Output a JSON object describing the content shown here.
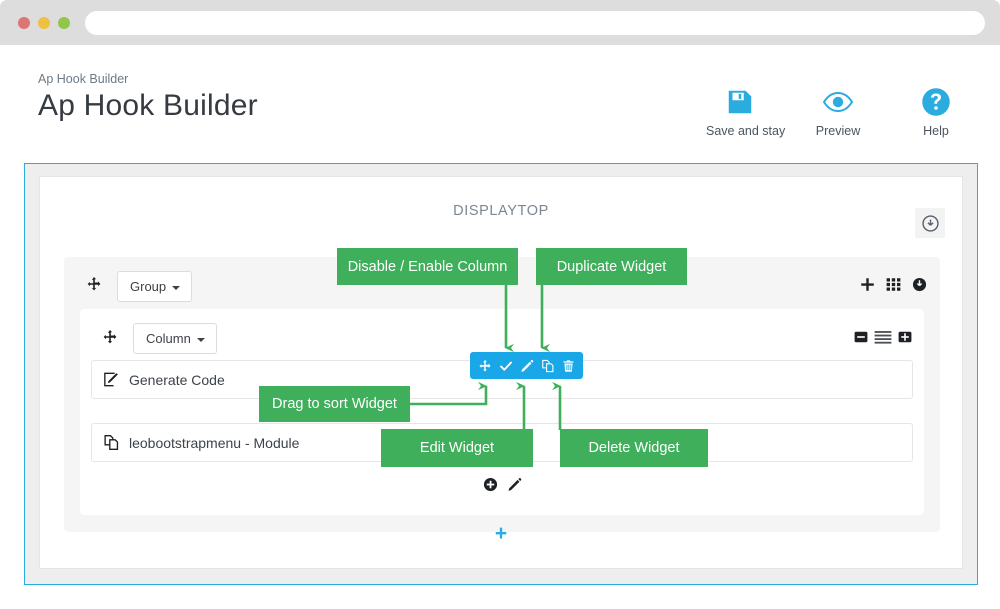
{
  "browser": {
    "traffic_lights": [
      "close-red",
      "minimize-yellow",
      "maximize-green"
    ],
    "url_value": "",
    "url_placeholder": ""
  },
  "header": {
    "breadcrumb": "Ap Hook Builder",
    "title": "Ap Hook Builder",
    "actions": [
      {
        "icon": "save-floppy-icon",
        "label": "Save and stay"
      },
      {
        "icon": "eye-icon",
        "label": "Preview"
      },
      {
        "icon": "question-circle-icon",
        "label": "Help"
      }
    ],
    "accent_color": "#2bacdf"
  },
  "builder": {
    "hook_name": "DISPLAYTOP",
    "download_icon": "arrow-circle-down-icon",
    "group": {
      "move_handle_icon": "arrows-move-icon",
      "dropdown_label": "Group",
      "tools": [
        {
          "icon": "plus-icon",
          "name": "add-group"
        },
        {
          "icon": "grid-th-icon",
          "name": "group-layout"
        },
        {
          "icon": "power-circle-icon",
          "name": "toggle-group"
        }
      ]
    },
    "column": {
      "move_handle_icon": "arrows-move-icon",
      "dropdown_label": "Column",
      "tools": [
        {
          "icon": "minus-square-icon",
          "name": "decrease-column-width"
        },
        {
          "icon": "bars-icon",
          "name": "column-settings"
        },
        {
          "icon": "plus-square-icon",
          "name": "increase-column-width"
        }
      ]
    },
    "widgets": [
      {
        "icon": "edit-square-icon",
        "label": "Generate Code"
      },
      {
        "icon": "copy-files-icon",
        "label": "leobootstrapmenu - Module"
      }
    ],
    "column_footer_tools": [
      {
        "icon": "plus-circle-icon",
        "name": "add-widget"
      },
      {
        "icon": "pencil-icon",
        "name": "edit-column"
      }
    ],
    "add_group_symbol": "+",
    "widget_toolbar": {
      "background_color": "#19a7e8",
      "buttons": [
        {
          "icon": "arrows-move-icon",
          "name": "drag-widget"
        },
        {
          "icon": "check-icon",
          "name": "toggle-widget"
        },
        {
          "icon": "pencil-icon",
          "name": "edit-widget"
        },
        {
          "icon": "copy-icon",
          "name": "duplicate-widget"
        },
        {
          "icon": "trash-icon",
          "name": "delete-widget"
        }
      ]
    }
  },
  "annotations": {
    "color": "#3faf5b",
    "items": [
      {
        "id": "disable-enable-column",
        "text": "Disable / Enable Column"
      },
      {
        "id": "duplicate-widget",
        "text": "Duplicate Widget"
      },
      {
        "id": "drag-to-sort-widget",
        "text": "Drag to sort Widget"
      },
      {
        "id": "edit-widget",
        "text": "Edit Widget"
      },
      {
        "id": "delete-widget",
        "text": "Delete Widget"
      }
    ]
  }
}
